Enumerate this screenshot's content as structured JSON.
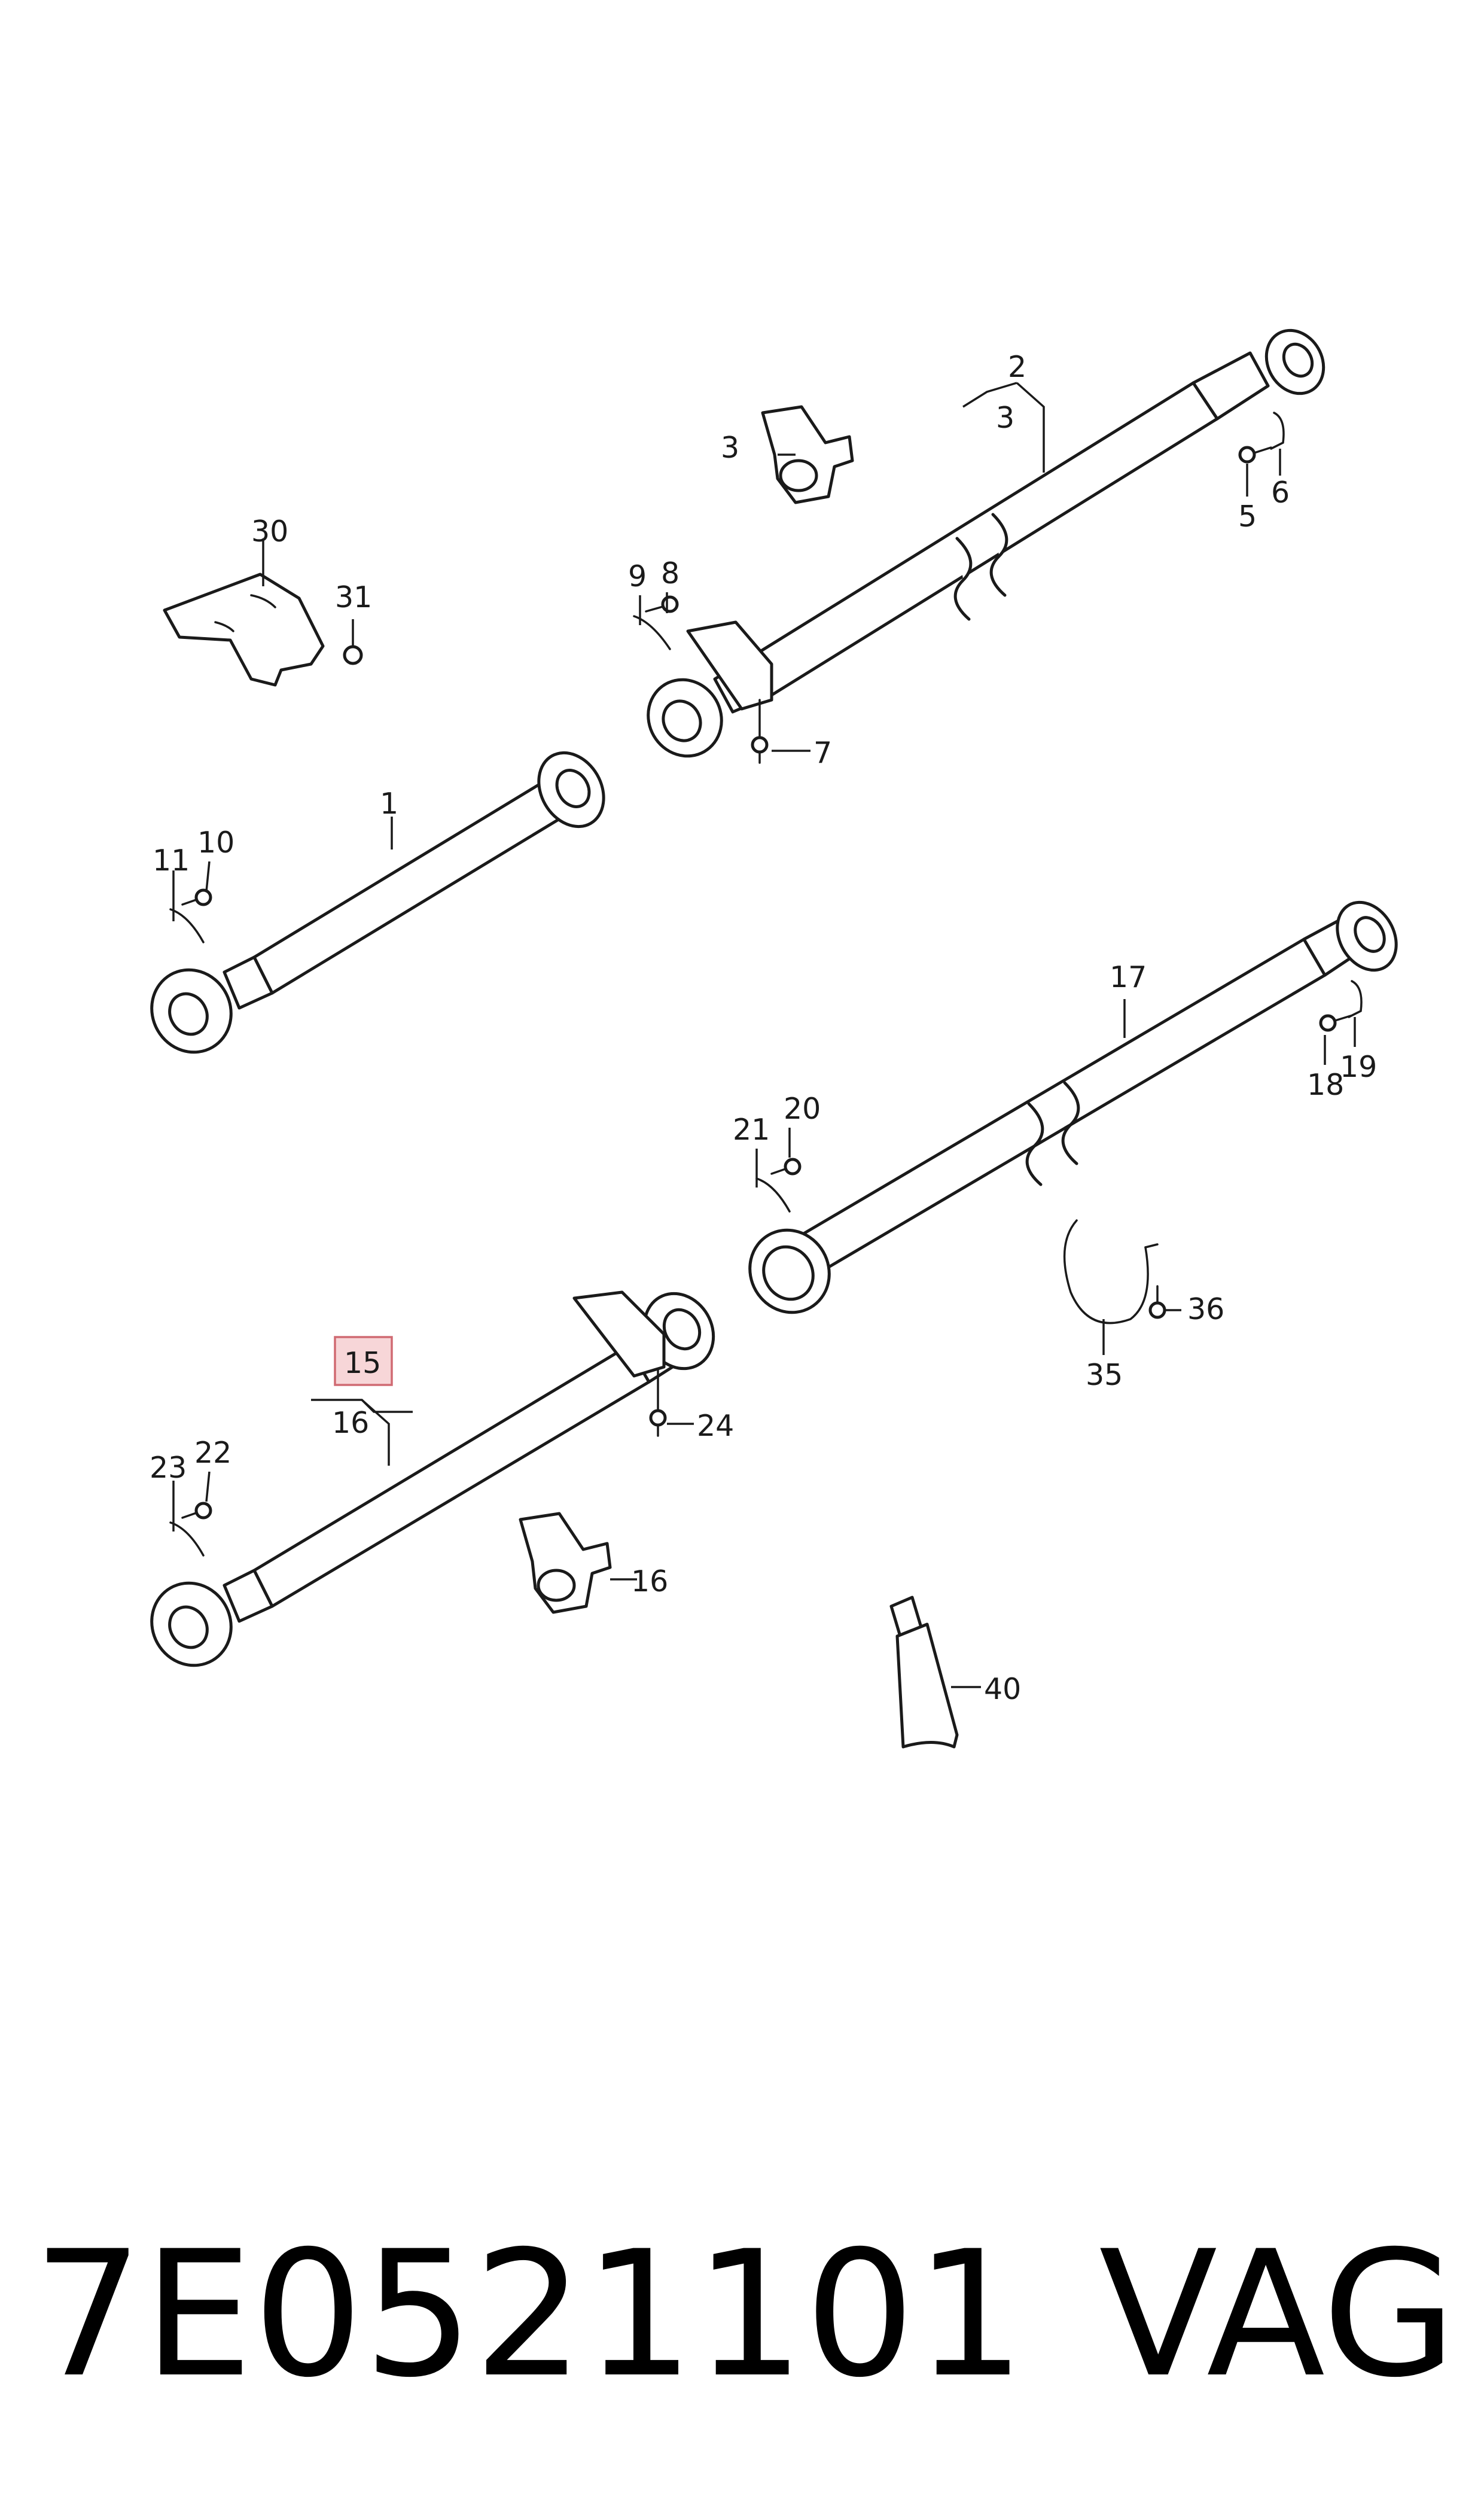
{
  "diagram": {
    "callouts": {
      "c1": "1",
      "c2": "2",
      "c3a": "3",
      "c3b": "3",
      "c5": "5",
      "c6": "6",
      "c7": "7",
      "c8": "8",
      "c9": "9",
      "c10": "10",
      "c11": "11",
      "c15": "15",
      "c16a": "16",
      "c16b": "16",
      "c17": "17",
      "c18": "18",
      "c19": "19",
      "c20": "20",
      "c21": "21",
      "c22": "22",
      "c23": "23",
      "c24": "24",
      "c30": "30",
      "c31": "31",
      "c35": "35",
      "c36": "36",
      "c40": "40"
    },
    "highlight_color": "#f7d6d8"
  },
  "footer": {
    "part_number": "7E0521101",
    "brand": "VAG"
  }
}
